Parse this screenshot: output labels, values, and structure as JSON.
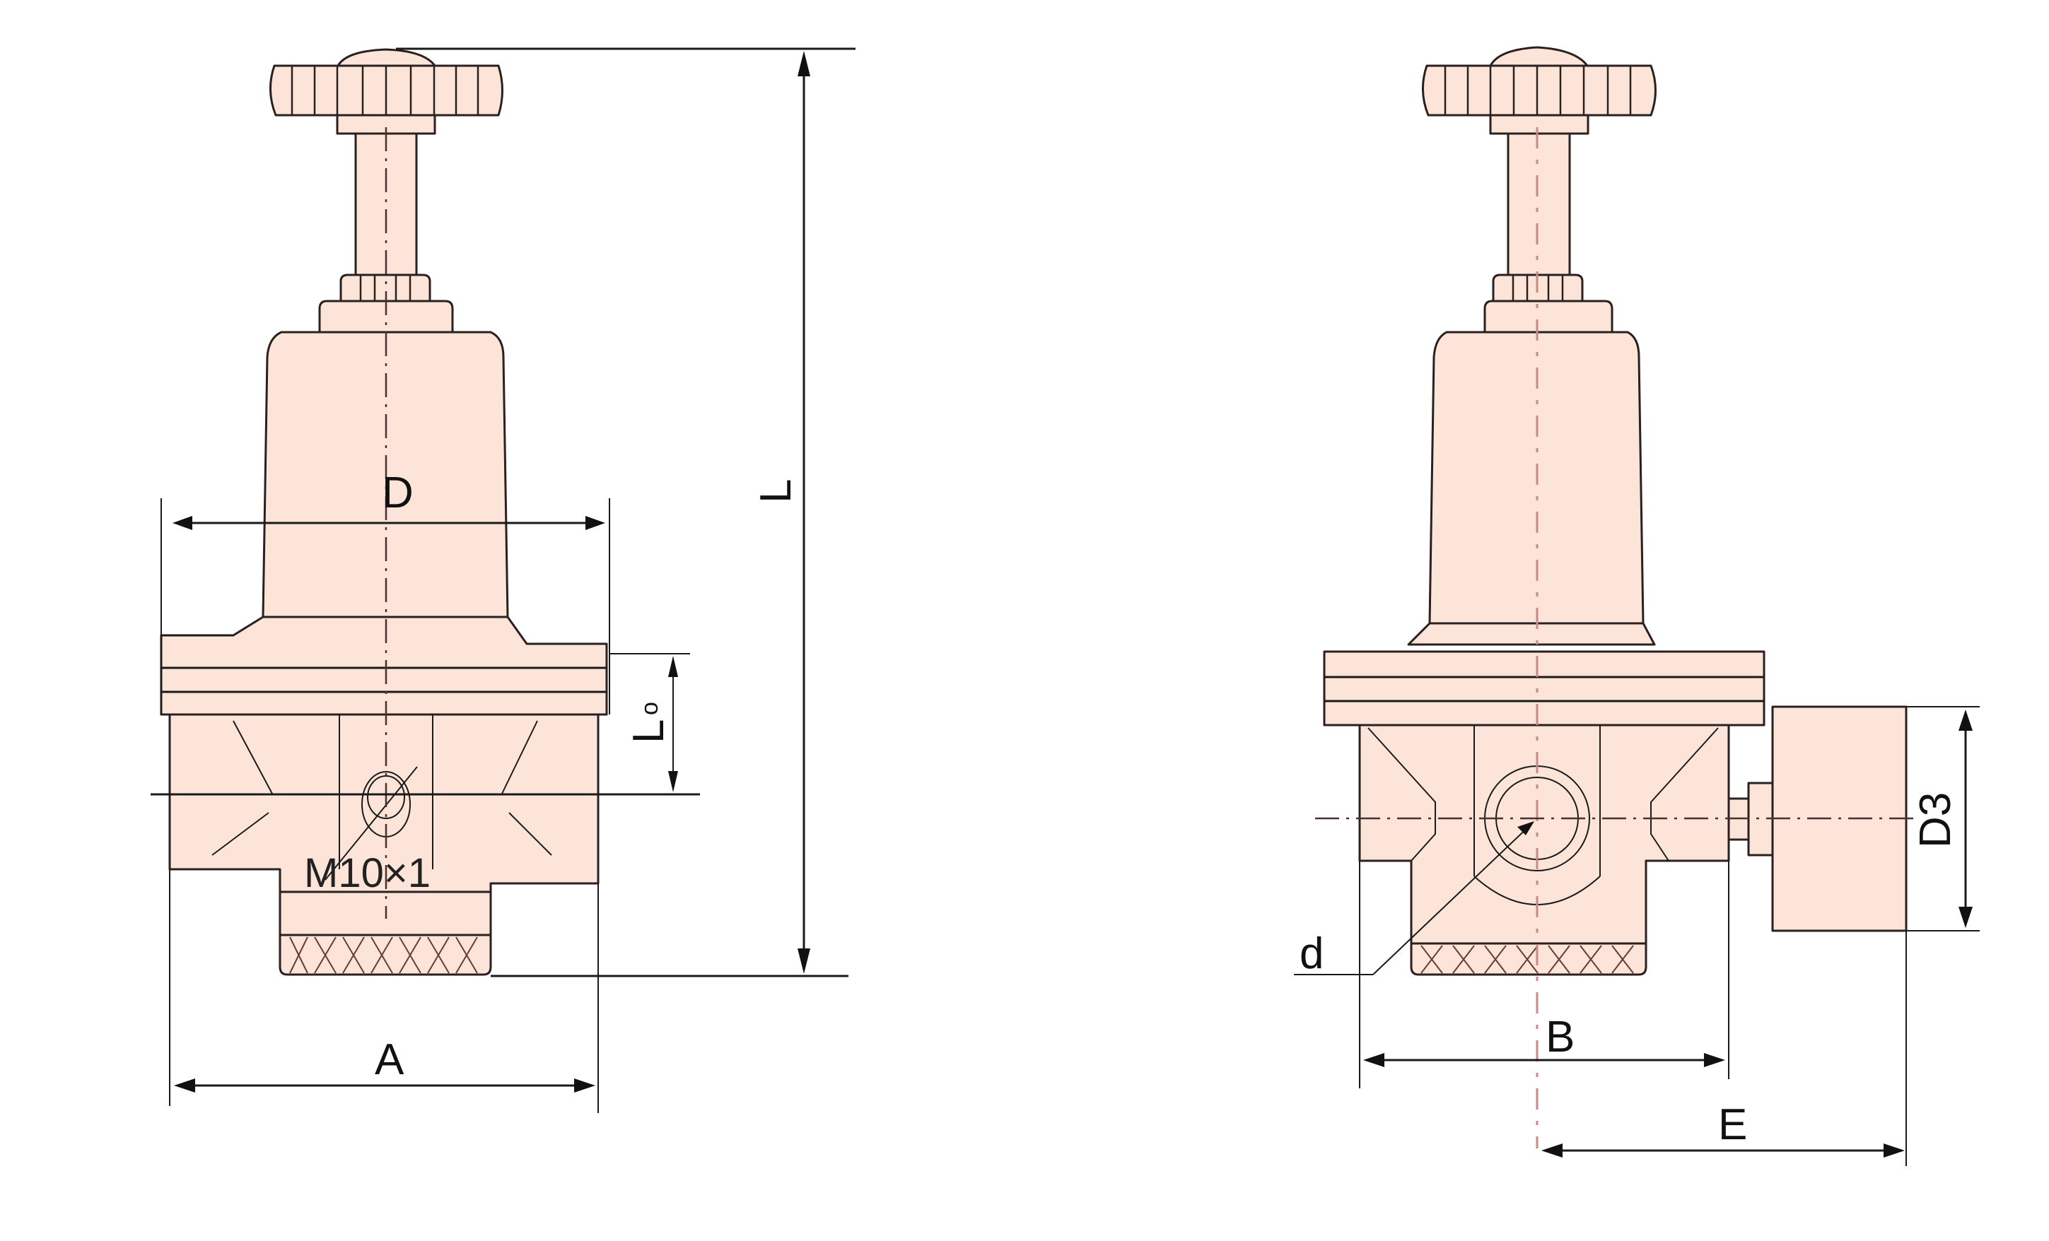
{
  "drawing": {
    "title": "Pressure regulator dimension drawing",
    "views": [
      {
        "name": "front-view",
        "thread_label": "M10×1"
      },
      {
        "name": "side-view-with-gauge"
      }
    ],
    "dimension_labels": {
      "D": "D",
      "L": "L",
      "L0_letter": "L",
      "L0_sub": "o",
      "A": "A",
      "B": "B",
      "E": "E",
      "d": "d",
      "D3": "D3",
      "thread": "M10×1"
    },
    "colors": {
      "body_fill": "#FCE4D8",
      "line": "#1a1a1a",
      "knurl": "#6b3a30",
      "background": "#ffffff"
    }
  }
}
